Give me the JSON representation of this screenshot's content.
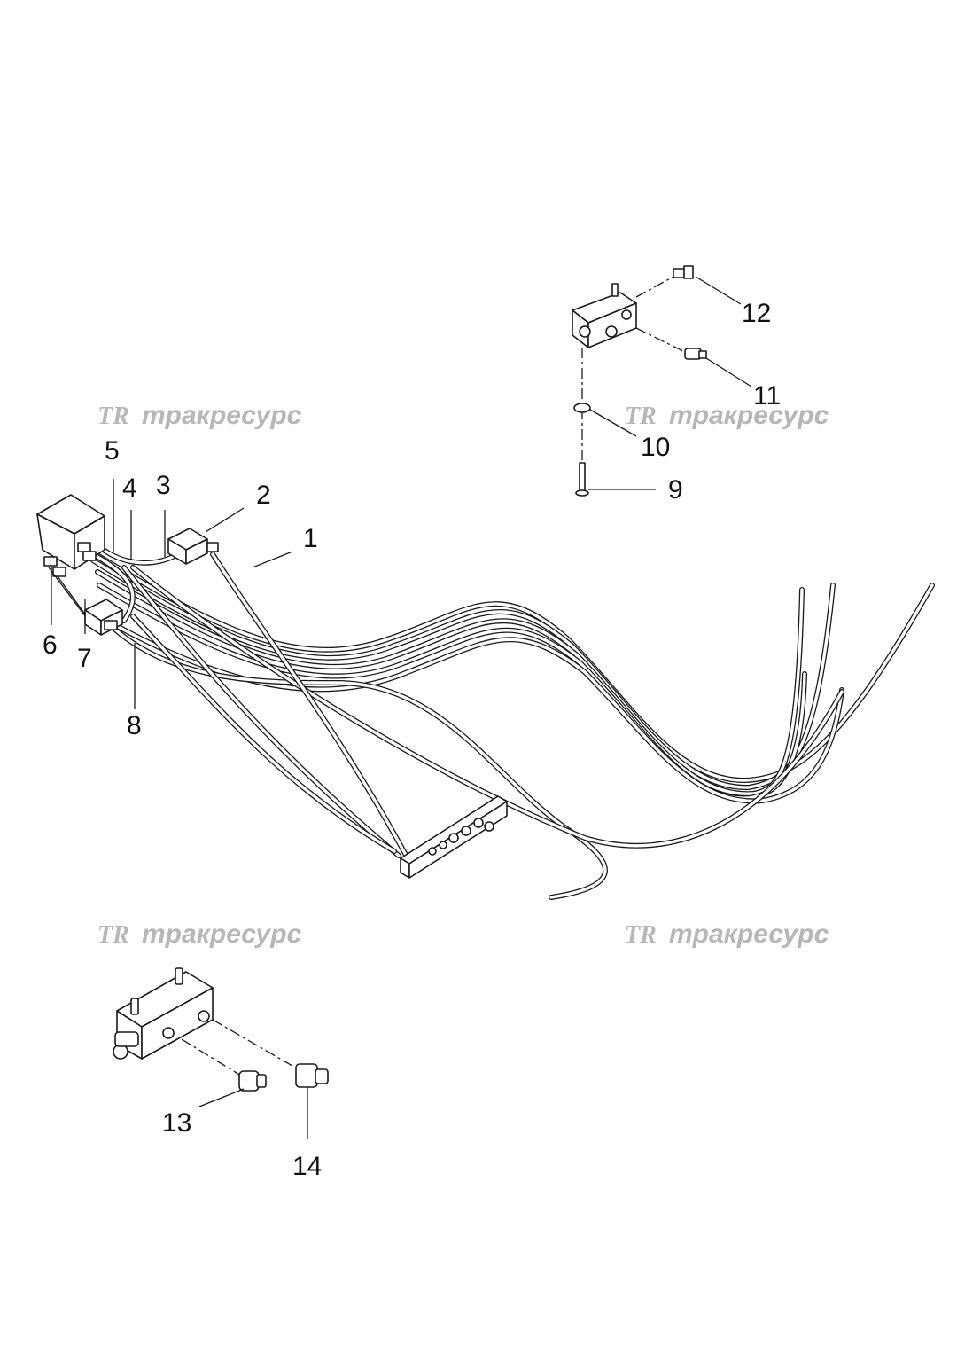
{
  "watermark": {
    "logo": "TR",
    "text": "тракресурс"
  },
  "callouts": [
    "1",
    "2",
    "3",
    "4",
    "5",
    "6",
    "7",
    "8",
    "9",
    "10",
    "11",
    "12",
    "13",
    "14"
  ]
}
